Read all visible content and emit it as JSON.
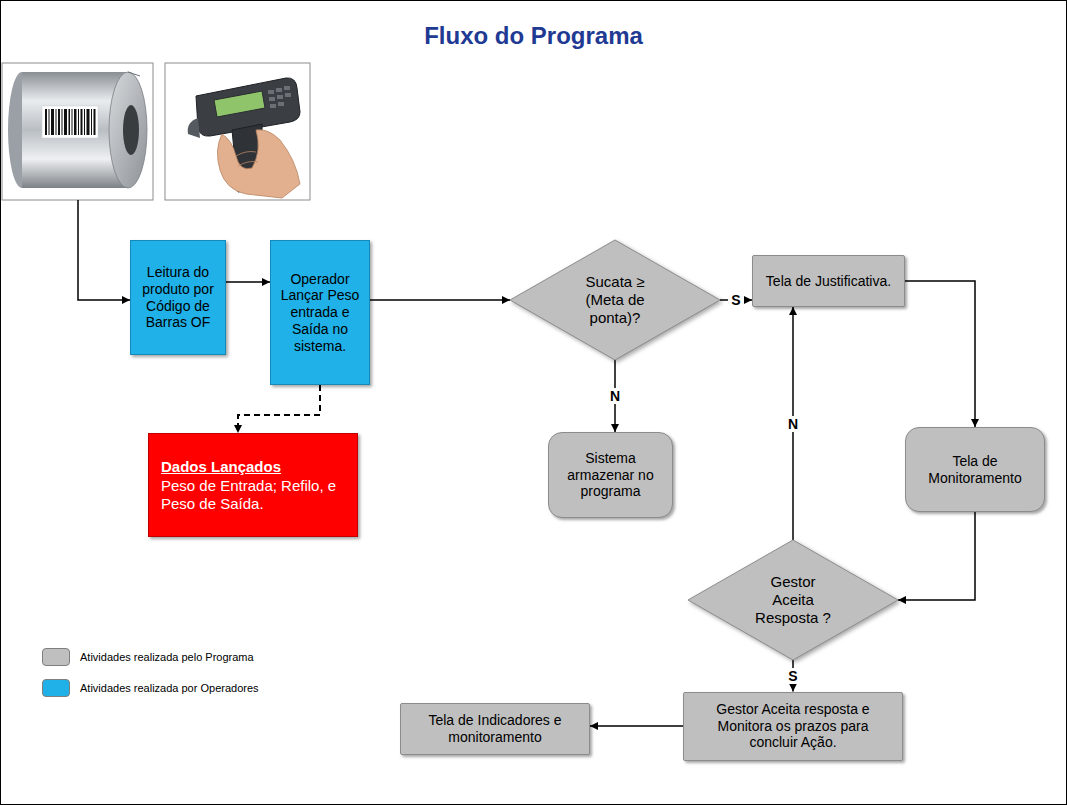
{
  "diagram": {
    "title": "Fluxo do Programa",
    "nodes": [
      {
        "text": [
          "Leitura do produto por Código de Barras OF"
        ]
      },
      {
        "text": [
          "Operador Lançar Peso entrada e Saída no sistema."
        ]
      },
      {
        "text": [
          "Sucata ≥ (Meta de ponta)?"
        ]
      },
      {
        "text": [
          "Tela de Justificativa."
        ]
      },
      {
        "text": [
          "Sistema armazenar no programa"
        ]
      },
      {
        "text": [
          "Dados Lançados",
          "Peso de Entrada; Refilo, e Peso de Saída."
        ]
      },
      {
        "text": [
          "Tela de Monitoramento"
        ]
      },
      {
        "text": [
          "Gestor Aceita Resposta ?"
        ]
      },
      {
        "text": [
          "Gestor Aceita resposta e Monitora os prazos para concluir Ação."
        ]
      },
      {
        "text": [
          "Tela de Indicadores e monitoramento"
        ]
      }
    ],
    "edges": [
      {
        "from": 0,
        "to": 1,
        "arrow": "to"
      },
      {
        "from": 1,
        "to": 2,
        "arrow": "to"
      },
      {
        "from": 1,
        "to": 5,
        "arrow": "to"
      },
      {
        "from": 2,
        "to": 3,
        "label": "S",
        "arrow": "to"
      },
      {
        "from": 2,
        "to": 4,
        "label": "N",
        "arrow": "to"
      },
      {
        "from": 3,
        "to": 6,
        "arrow": "to"
      },
      {
        "from": 6,
        "to": 7,
        "arrow": "to"
      },
      {
        "from": 7,
        "to": 3,
        "label": "N",
        "arrow": "to"
      },
      {
        "from": 7,
        "to": 8,
        "label": "S",
        "arrow": "to"
      },
      {
        "from": 8,
        "to": 9,
        "arrow": "to"
      }
    ],
    "legend": [
      {
        "text": "Atividades realizada pelo Programa",
        "color": "#bfbfbf"
      },
      {
        "text": "Atividades realizada por Operadores",
        "color": "#1fb1e8"
      }
    ]
  }
}
